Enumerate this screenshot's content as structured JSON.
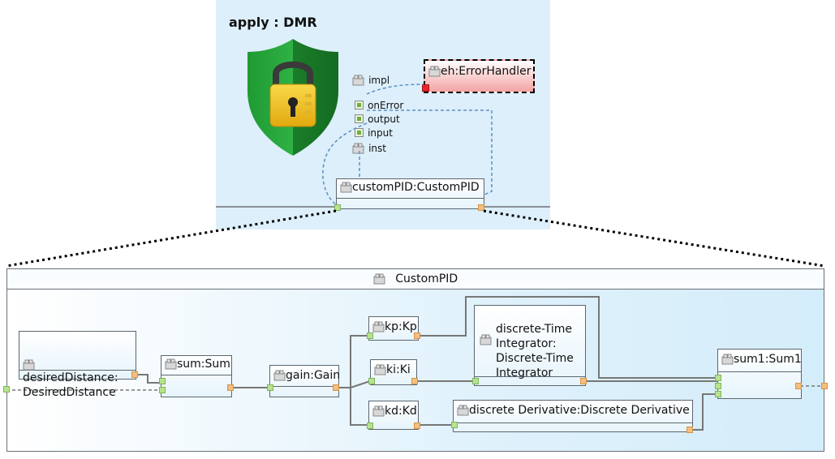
{
  "apply_title": "apply : DMR",
  "ports": {
    "impl": "impl",
    "onError": "onError",
    "output": "output",
    "input": "input",
    "inst": "inst"
  },
  "components": {
    "error_handler": "eh:ErrorHandler",
    "custom_pid_instance": "customPID:CustomPID",
    "custom_pid_frame": "CustomPID",
    "desired_distance": "desiredDistance:\nDesiredDistance",
    "sum": "sum:Sum",
    "gain": "gain:Gain",
    "kp": "kp:Kp",
    "ki": "ki:Ki",
    "kd": "kd:Kd",
    "integrator": "discrete-Time\nIntegrator:\nDiscrete-Time\nIntegrator",
    "derivative": "discrete Derivative:Discrete Derivative",
    "sum1": "sum1:Sum1"
  },
  "colors": {
    "panel_bg": "#ddeffb",
    "shield_green": "#1d8a2e",
    "lock_yellow": "#f2c51b",
    "error_handler_fill": "#f3a3a3",
    "input_port": "#b7e38f",
    "output_port": "#f5be7c",
    "error_port": "#e6262b"
  },
  "icons": {
    "shield": "security-shield-lock-icon",
    "component": "lego-block-icon",
    "port": "port-square-icon"
  }
}
